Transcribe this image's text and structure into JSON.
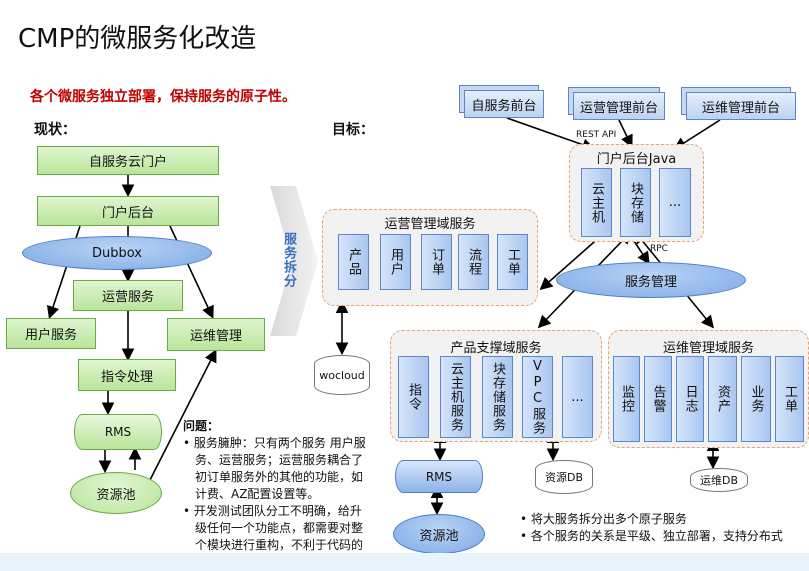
{
  "title": "CMP的微服务化改造",
  "subtitle": "各个微服务独立部署，保持服务的原子性。",
  "current_label": "现状：",
  "target_label": "目标：",
  "current": {
    "portal": "自服务云门户",
    "backend": "门户后台",
    "dubbox": "Dubbox",
    "ops_service": "运营服务",
    "user_service": "用户服务",
    "maint_mgmt": "运维管理",
    "cmd": "指令处理",
    "rms": "RMS",
    "pool": "资源池"
  },
  "problem": {
    "title": "问题：",
    "items": [
      "服务臃肿：只有两个服务 用户服务、运营服务；运营服务耦合了初订单服务外的其他的功能，如计费、AZ配置设置等。",
      "开发测试团队分工不明确，给升级任何一个功能点，都需要对整个模块进行重构，不利于代码的升级与部署。"
    ]
  },
  "arrow_label": "服务拆分",
  "target": {
    "front1": "自服务前台",
    "front2": "运营管理前台",
    "front3": "运维管理前台",
    "rest_api": "REST API",
    "backend_java": "门户后台Java",
    "java_items": [
      "云主机",
      "块存储",
      "..."
    ],
    "rpc": "RPC",
    "registry": "服务管理",
    "ops_domain": "运营管理域服务",
    "ops_items": [
      "产品",
      "用户",
      "订单",
      "流程",
      "工单"
    ],
    "wocloud": "wocloud",
    "product_domain": "产品支撑域服务",
    "product_items": [
      "指令",
      "云主机服务",
      "块存储服务",
      "VPC服务",
      "..."
    ],
    "rms": "RMS",
    "pool": "资源池",
    "resource_db": "资源DB",
    "maint_domain": "运维管理域服务",
    "maint_items": [
      "监控",
      "告警",
      "日志",
      "资产",
      "业务",
      "工单"
    ],
    "maint_db": "运维DB"
  },
  "bullets": [
    "将大服务拆分出多个原子服务",
    "各个服务的关系是平级、独立部署，支持分布式"
  ]
}
